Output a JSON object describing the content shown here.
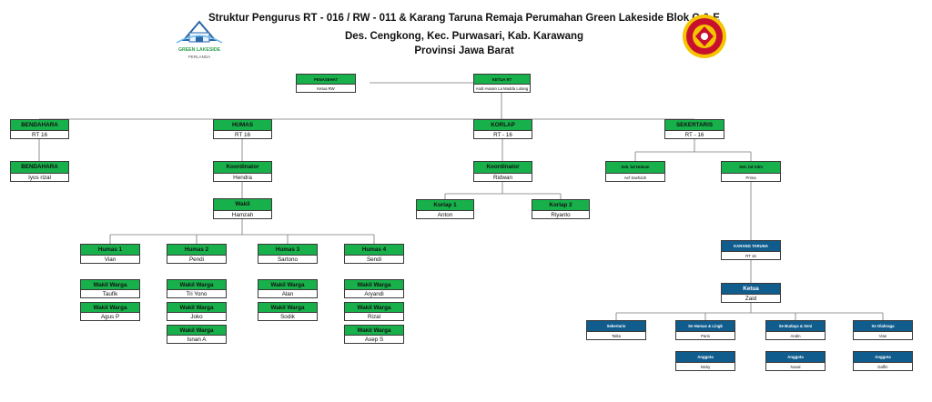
{
  "header": {
    "line1": "Struktur Pengurus RT - 016 / RW - 011 & Karang Taruna Remaja Perumahan Green Lakeside Blok C & E",
    "line2": "Des. Cengkong, Kec. Purwasari, Kab. Karawang",
    "line3": "Provinsi Jawa Barat"
  },
  "logos": {
    "left_text": "GREEN LAKESIDE",
    "left_sub": "PERLANDA",
    "left_color": "#2d9d4a",
    "right_color": "#c8102e"
  },
  "colors": {
    "green": "#17b04a",
    "blue": "#0f5c8d"
  },
  "nodes": {
    "penasehat": {
      "title": "PENASEHAT",
      "name": "Ketua RW"
    },
    "ketua_rt": {
      "title": "KETUA RT",
      "name": "Andi Husain La Madda Lolang"
    },
    "bendahara": {
      "title": "BENDAHARA",
      "name": "RT 16"
    },
    "humas": {
      "title": "HUMAS",
      "name": "RT 16"
    },
    "korlap": {
      "title": "KORLAP",
      "name": "RT - 16"
    },
    "sekertaris": {
      "title": "SEKERTARIS",
      "name": "RT - 16"
    },
    "bendahara2": {
      "title": "BENDAHARA",
      "name": "Iyos rizal"
    },
    "koordinator_humas": {
      "title": "Koordinator",
      "name": "Hendra"
    },
    "koordinator_korlap": {
      "title": "Koordinator",
      "name": "Ridwan"
    },
    "sek_hukum": {
      "title": "Sek. bd Hukum",
      "name": "Aef Saefuloh"
    },
    "sek_adm": {
      "title": "Sek. bd Adm",
      "name": "Prima"
    },
    "wakil": {
      "title": "Wakil",
      "name": "Hamzah"
    },
    "korlap1": {
      "title": "Korlap 1",
      "name": "Anton"
    },
    "korlap2": {
      "title": "Korlap 2",
      "name": "Riyanto"
    },
    "humas1": {
      "title": "Humas 1",
      "name": "Vian"
    },
    "humas2": {
      "title": "Humas 2",
      "name": "Pendi"
    },
    "humas3": {
      "title": "Humas 3",
      "name": "Sartono"
    },
    "humas4": {
      "title": "Humas 4",
      "name": "Sendi"
    },
    "ww1a": {
      "title": "Wakil Warga",
      "name": "Taufik"
    },
    "ww1b": {
      "title": "Wakil Warga",
      "name": "Agus P"
    },
    "ww2a": {
      "title": "Wakil Warga",
      "name": "Tri Yono"
    },
    "ww2b": {
      "title": "Wakil Warga",
      "name": "Joko"
    },
    "ww2c": {
      "title": "Wakil Warga",
      "name": "Isnan A"
    },
    "ww3a": {
      "title": "Wakil Warga",
      "name": "Alan"
    },
    "ww3b": {
      "title": "Wakil Warga",
      "name": "Sodik"
    },
    "ww4a": {
      "title": "Wakil Warga",
      "name": "Aryandi"
    },
    "ww4b": {
      "title": "Wakil Warga",
      "name": "Rizal"
    },
    "ww4c": {
      "title": "Wakil Warga",
      "name": "Asep S"
    },
    "karang_taruna": {
      "title": "KARANG TARUNA",
      "name": "RT 16"
    },
    "ketua_kt": {
      "title": "Ketua",
      "name": "Zaid"
    },
    "kt_sekertaris": {
      "title": "Sekertaris",
      "name": "Talita"
    },
    "kt_humas": {
      "title": "Se Humas & Lingk",
      "name": "Paris"
    },
    "kt_budaya": {
      "title": "Se Budaya & Seni",
      "name": "Andin"
    },
    "kt_olahraga": {
      "title": "Se Olahraga",
      "name": "Vian"
    },
    "kt_anggota1": {
      "title": "Anggota",
      "name": "Nicky"
    },
    "kt_anggota2": {
      "title": "Anggota",
      "name": "Noval"
    },
    "kt_anggota3": {
      "title": "Anggota",
      "name": "Daffin"
    }
  }
}
